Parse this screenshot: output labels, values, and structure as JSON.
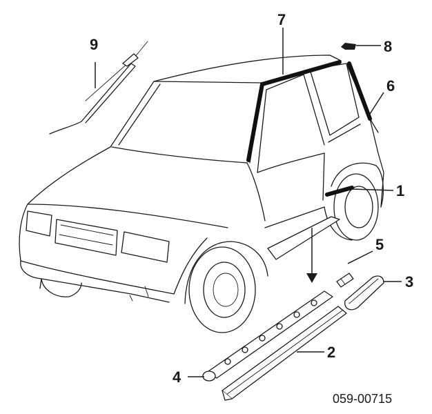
{
  "callouts": {
    "c1": "1",
    "c2": "2",
    "c3": "3",
    "c4": "4",
    "c5": "5",
    "c6": "6",
    "c7": "7",
    "c8": "8",
    "c9": "9"
  },
  "part_number": "059-00715"
}
